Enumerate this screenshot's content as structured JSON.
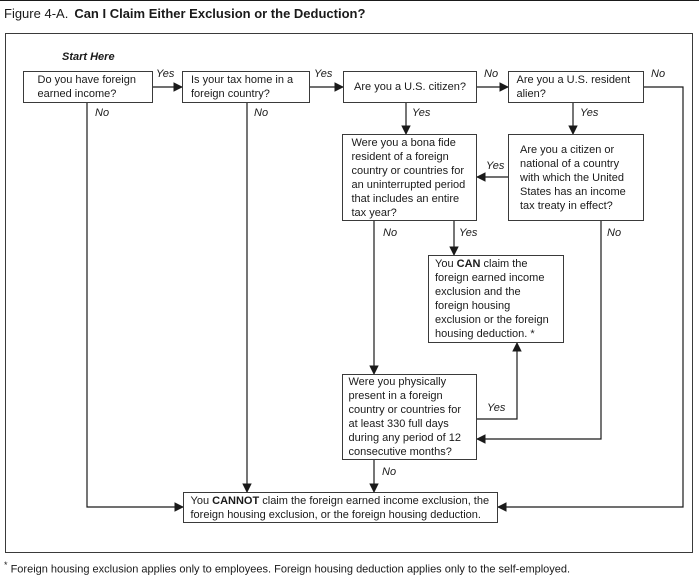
{
  "title": {
    "prefix": "Figure 4-A.",
    "main": "Can I Claim Either Exclusion or the Deduction?"
  },
  "start_here": "Start Here",
  "nodes": {
    "foreign_income": "Do you have foreign earned income?",
    "tax_home": "Is your tax home in a foreign country?",
    "us_citizen": "Are you a U.S. citizen?",
    "resident_alien": "Are you a U.S. resident alien?",
    "bona_fide": "Were you a bona fide resident of a foreign country or countries for an uninterrupted period that includes an entire tax year?",
    "tax_treaty": "Are you a citizen or national of a country with which the United States has an income tax treaty in effect?",
    "can_claim": {
      "pre": "You ",
      "bold": "CAN",
      "post": " claim the foreign earned income exclusion and the foreign housing exclusion or the foreign housing deduction. *"
    },
    "physical_presence": "Were you physically present in a foreign country or countries for at least 330 full days during any period of 12 consecutive months?",
    "cannot_claim": {
      "pre": "You ",
      "bold": "CANNOT",
      "post": " claim the foreign earned income exclusion, the foreign housing exclusion, or the foreign housing deduction."
    }
  },
  "edges": [
    {
      "from": "foreign_income",
      "to": "tax_home",
      "label": "Yes"
    },
    {
      "from": "tax_home",
      "to": "us_citizen",
      "label": "Yes"
    },
    {
      "from": "us_citizen",
      "to": "resident_alien",
      "label": "No"
    },
    {
      "from": "resident_alien",
      "to": "cannot_claim",
      "label": "No"
    },
    {
      "from": "foreign_income",
      "to": "cannot_claim",
      "label": "No"
    },
    {
      "from": "tax_home",
      "to": "cannot_claim",
      "label": "No"
    },
    {
      "from": "us_citizen",
      "to": "bona_fide",
      "label": "Yes"
    },
    {
      "from": "resident_alien",
      "to": "tax_treaty",
      "label": "Yes"
    },
    {
      "from": "tax_treaty",
      "to": "bona_fide",
      "label": "Yes"
    },
    {
      "from": "bona_fide",
      "to": "physical_presence",
      "label": "No"
    },
    {
      "from": "bona_fide",
      "to": "can_claim",
      "label": "Yes"
    },
    {
      "from": "tax_treaty",
      "to": "physical_presence",
      "label": "No"
    },
    {
      "from": "physical_presence",
      "to": "can_claim",
      "label": "Yes"
    },
    {
      "from": "physical_presence",
      "to": "cannot_claim",
      "label": "No"
    }
  ],
  "footnote": {
    "marker": "*",
    "text": "Foreign housing exclusion applies only to employees. Foreign housing deduction applies only to the self-employed."
  },
  "colors": {
    "ink": "#1a1a1a",
    "border": "#3a3a3a",
    "background": "#ffffff"
  }
}
